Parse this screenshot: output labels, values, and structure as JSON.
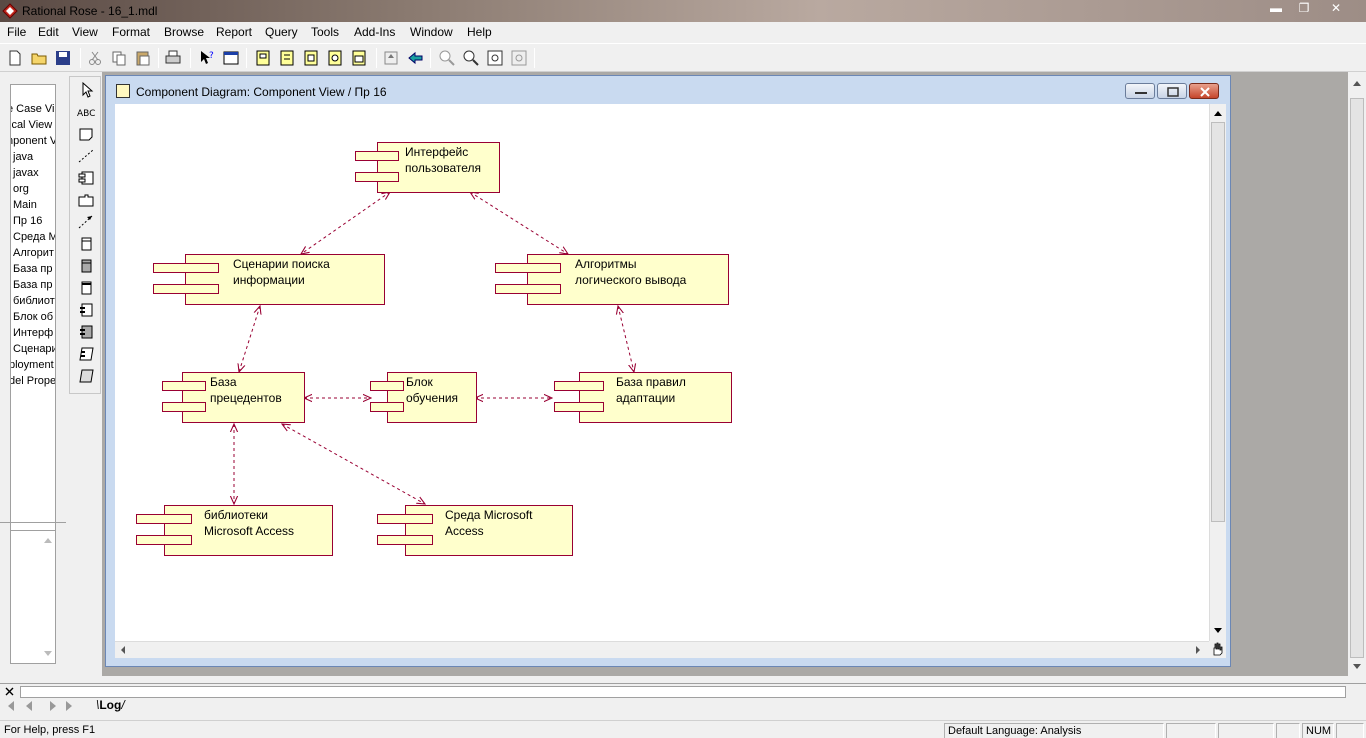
{
  "window": {
    "title": "Rational Rose - 16_1.mdl"
  },
  "menu": [
    "File",
    "Edit",
    "View",
    "Format",
    "Browse",
    "Report",
    "Query",
    "Tools",
    "Add-Ins",
    "Window",
    "Help"
  ],
  "browser": {
    "items": [
      "e Case Vie",
      "ical View",
      "nponent V",
      "java",
      "javax",
      "org",
      "Main",
      "Пр 16",
      "Среда M",
      "Алгорит",
      "База пр",
      "База пр",
      "библиот",
      "Блок об",
      "Интерф",
      "Сценари",
      "ployment V",
      "del Prope"
    ]
  },
  "diagram": {
    "title": "Component Diagram: Component View / Пр 16",
    "components": {
      "ui": "Интерфейс\nпользователя",
      "search": "Сценарии поиска\nинформации",
      "algo": "Алгоритмы\nлогического вывода",
      "cases": "База\nпрецедентов",
      "learn": "Блок\nобучения",
      "rules": "База правил\nадаптации",
      "libs": "библиотеки\nMicrosoft Access",
      "env": "Среда Microsoft\nAccess"
    },
    "link_color": "#990033",
    "fill_color": "#ffffcc"
  },
  "log": {
    "tab_label": "Log"
  },
  "status": {
    "help": "For Help, press F1",
    "language": "Default Language: Analysis",
    "num": "NUM"
  }
}
